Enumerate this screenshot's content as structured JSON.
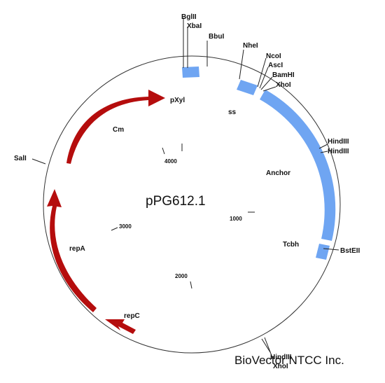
{
  "plasmid": {
    "name": "pPG612.1",
    "company": "BioVector NTCC Inc."
  },
  "restriction_sites": [
    {
      "id": "bglii",
      "label": "BglII"
    },
    {
      "id": "xbai",
      "label": "XbaI"
    },
    {
      "id": "bbui",
      "label": "BbuI"
    },
    {
      "id": "nhei",
      "label": "NheI"
    },
    {
      "id": "ncoi",
      "label": "NcoI"
    },
    {
      "id": "ascl",
      "label": "AscI"
    },
    {
      "id": "bamhi",
      "label": "BamHI"
    },
    {
      "id": "xhoi-top",
      "label": "XhoI"
    },
    {
      "id": "hindiii-1",
      "label": "HindIII"
    },
    {
      "id": "hindiii-2",
      "label": "HindIII"
    },
    {
      "id": "bsteii",
      "label": "BstEII"
    },
    {
      "id": "hindiii-bottom",
      "label": "HindIII"
    },
    {
      "id": "xhoi-bottom",
      "label": "XhoI"
    },
    {
      "id": "sali",
      "label": "SalI"
    }
  ],
  "features": [
    {
      "id": "pxyl",
      "label": "pXyl"
    },
    {
      "id": "ss",
      "label": "ss"
    },
    {
      "id": "cm",
      "label": "Cm"
    },
    {
      "id": "anchor",
      "label": "Anchor"
    },
    {
      "id": "tcbh",
      "label": "Tcbh"
    },
    {
      "id": "repa",
      "label": "repA"
    },
    {
      "id": "repc",
      "label": "repC"
    }
  ],
  "scale_ticks": [
    {
      "id": "t4000",
      "label": "4000"
    },
    {
      "id": "t1000",
      "label": "1000"
    },
    {
      "id": "t3000",
      "label": "3000"
    },
    {
      "id": "t2000",
      "label": "2000"
    }
  ],
  "colors": {
    "feature_block": "#6fa5f2",
    "arrow": "#b50d0d",
    "circle": "#333333"
  }
}
